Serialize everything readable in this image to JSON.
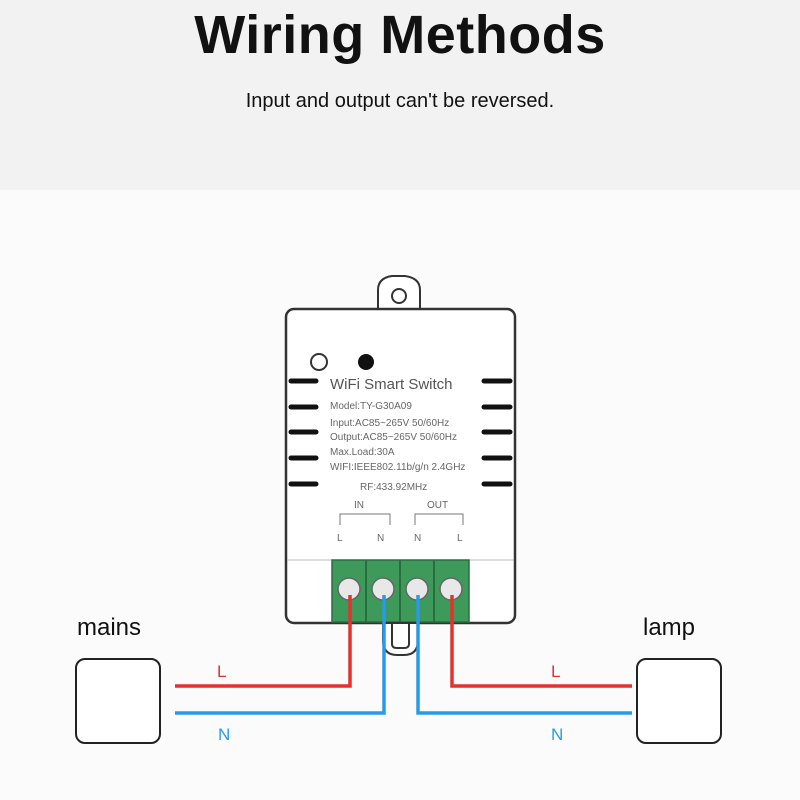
{
  "header": {
    "title": "Wiring Methods",
    "subtitle": "Input and output can't be reversed."
  },
  "labels": {
    "mains": "mains",
    "lamp": "lamp"
  },
  "device": {
    "name": "WiFi Smart Switch",
    "model": "Model:TY-G30A09",
    "input": "Input:AC85~265V 50/60Hz",
    "output": "Output:AC85~265V 50/60Hz",
    "max_load": "Max.Load:30A",
    "wifi": "WIFI:IEEE802.11b/g/n 2.4GHz",
    "rf": "RF:433.92MHz",
    "in_label": "IN",
    "out_label": "OUT",
    "in_l": "L",
    "in_n": "N",
    "out_n": "N",
    "out_l": "L"
  },
  "wires": {
    "left_l": "L",
    "left_n": "N",
    "right_l": "L",
    "right_n": "N"
  },
  "icons": {
    "mains": "plug-icon",
    "lamp": "bulb-icon"
  },
  "colors": {
    "live": "#e2332f",
    "neutral": "#2a9ae6",
    "terminal": "#3d9a5a"
  }
}
